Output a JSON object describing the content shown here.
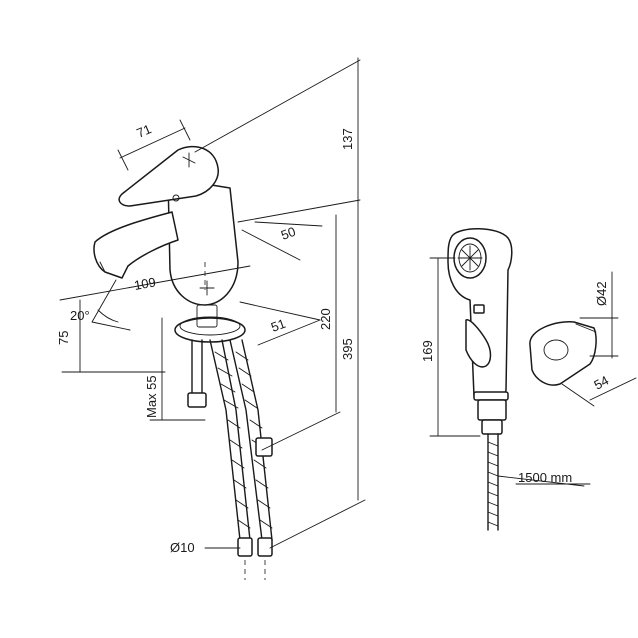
{
  "dimensions": {
    "d71": "71",
    "d137": "137",
    "d50": "50",
    "d109": "109",
    "d20deg": "20°",
    "d75": "75",
    "d220": "220",
    "d51": "51",
    "d395": "395",
    "dmax55": "Max 55",
    "d10": "Ø10",
    "d169": "169",
    "d42": "Ø42",
    "d54": "54",
    "d1500": "1500 mm"
  }
}
